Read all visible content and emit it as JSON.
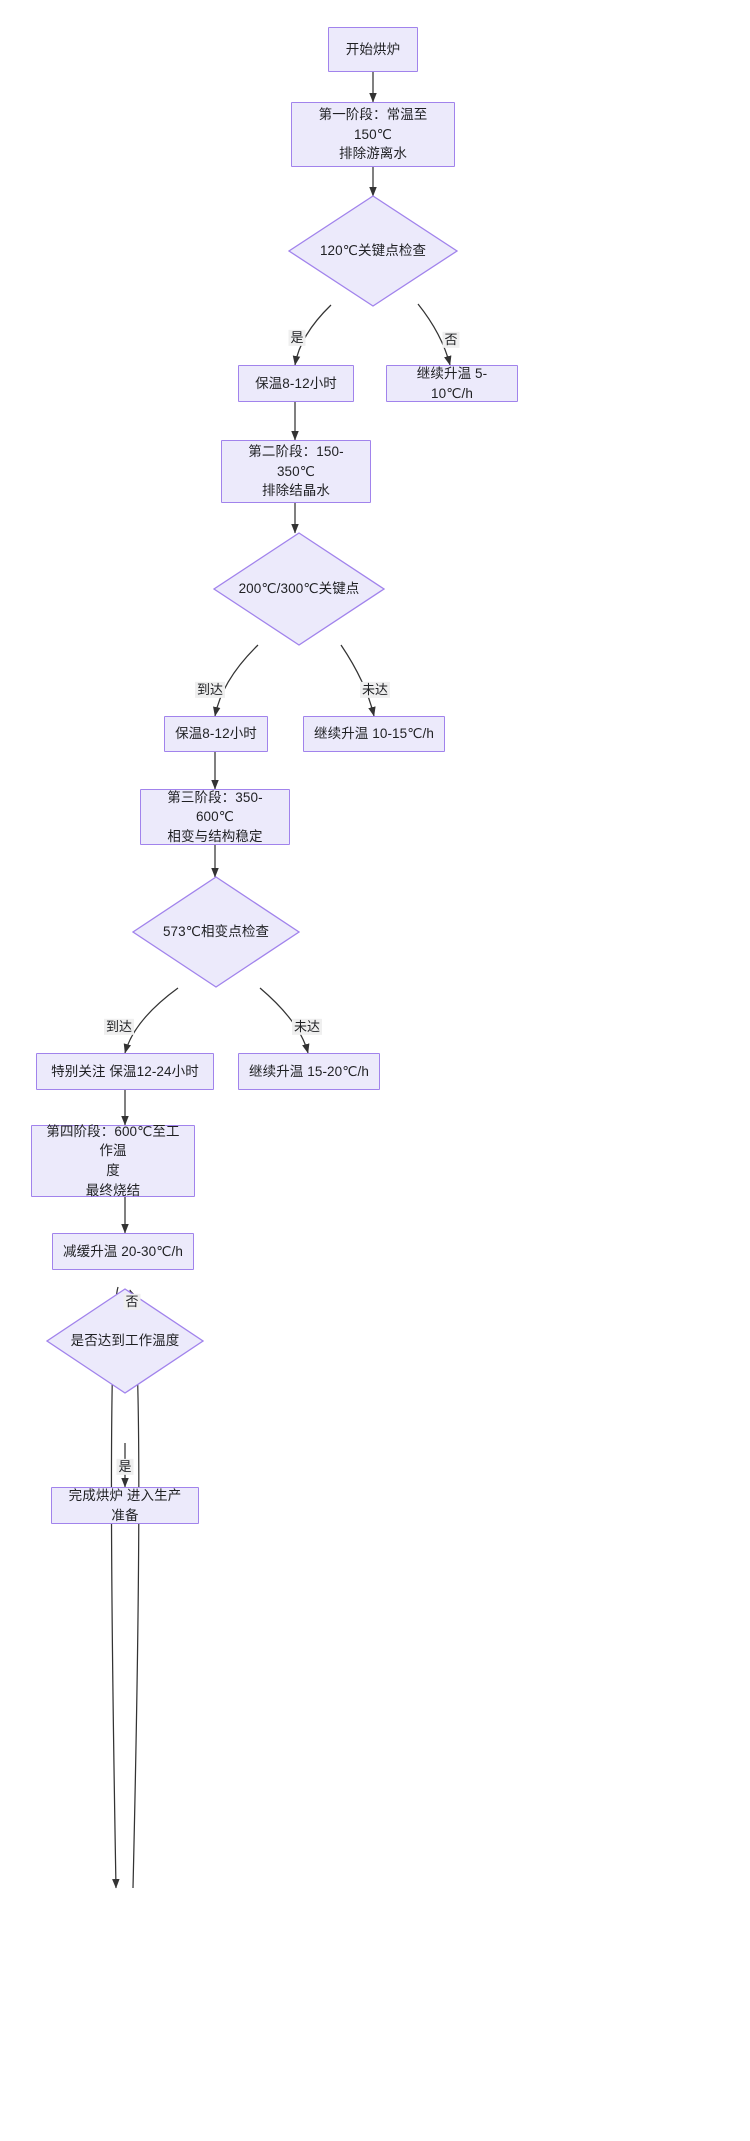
{
  "diagram": {
    "type": "flowchart",
    "direction": "top-to-bottom",
    "theme": {
      "node_fill": "#ECEAFB",
      "node_border": "#A183EC",
      "edge_color": "#333333",
      "text_color": "#1F2023",
      "edge_label_bg": "#EFEFEF",
      "background": "#FFFFFF"
    },
    "nodes": [
      {
        "id": "start",
        "shape": "process",
        "text": "开始烘炉"
      },
      {
        "id": "stage1",
        "shape": "process",
        "text": "第一阶段：常温至150℃\n排除游离水"
      },
      {
        "id": "check120",
        "shape": "decision",
        "text": "120℃关键点检查"
      },
      {
        "id": "hold1",
        "shape": "process",
        "text": "保温8-12小时"
      },
      {
        "id": "ramp1",
        "shape": "process",
        "text": "继续升温 5-10℃/h"
      },
      {
        "id": "stage2",
        "shape": "process",
        "text": "第二阶段：150-350℃\n排除结晶水"
      },
      {
        "id": "check200",
        "shape": "decision",
        "text": "200℃/300℃关键点"
      },
      {
        "id": "hold2",
        "shape": "process",
        "text": "保温8-12小时"
      },
      {
        "id": "ramp2",
        "shape": "process",
        "text": "继续升温 10-15℃/h"
      },
      {
        "id": "stage3",
        "shape": "process",
        "text": "第三阶段：350-600℃\n相变与结构稳定"
      },
      {
        "id": "check573",
        "shape": "decision",
        "text": "573℃相变点检查"
      },
      {
        "id": "hold3",
        "shape": "process",
        "text": "特别关注 保温12-24小时"
      },
      {
        "id": "ramp3",
        "shape": "process",
        "text": "继续升温 15-20℃/h"
      },
      {
        "id": "stage4",
        "shape": "process",
        "text": "第四阶段：600℃至工作温\n度\n最终烧结"
      },
      {
        "id": "slowramp",
        "shape": "process",
        "text": "减缓升温 20-30℃/h"
      },
      {
        "id": "checkwork",
        "shape": "decision",
        "text": "是否达到工作温度"
      },
      {
        "id": "done",
        "shape": "process",
        "text": "完成烘炉 进入生产准备"
      }
    ],
    "edges": [
      {
        "from": "start",
        "to": "stage1",
        "label": ""
      },
      {
        "from": "stage1",
        "to": "check120",
        "label": ""
      },
      {
        "from": "check120",
        "to": "hold1",
        "label": "是"
      },
      {
        "from": "check120",
        "to": "ramp1",
        "label": "否"
      },
      {
        "from": "hold1",
        "to": "stage2",
        "label": ""
      },
      {
        "from": "stage2",
        "to": "check200",
        "label": ""
      },
      {
        "from": "check200",
        "to": "hold2",
        "label": "到达"
      },
      {
        "from": "check200",
        "to": "ramp2",
        "label": "未达"
      },
      {
        "from": "hold2",
        "to": "stage3",
        "label": ""
      },
      {
        "from": "stage3",
        "to": "check573",
        "label": ""
      },
      {
        "from": "check573",
        "to": "hold3",
        "label": "到达"
      },
      {
        "from": "check573",
        "to": "ramp3",
        "label": "未达"
      },
      {
        "from": "hold3",
        "to": "stage4",
        "label": ""
      },
      {
        "from": "stage4",
        "to": "slowramp",
        "label": ""
      },
      {
        "from": "slowramp",
        "to": "checkwork",
        "label": ""
      },
      {
        "from": "checkwork",
        "to": "slowramp",
        "label": "否"
      },
      {
        "from": "checkwork",
        "to": "done",
        "label": "是"
      }
    ]
  },
  "labels": {
    "start": "开始烘炉",
    "stage1": "第一阶段：常温至150℃\n排除游离水",
    "check120": "120℃关键点检查",
    "hold1": "保温8-12小时",
    "ramp1": "继续升温 5-10℃/h",
    "stage2": "第二阶段：150-350℃\n排除结晶水",
    "check200": "200℃/300℃关键点",
    "hold2": "保温8-12小时",
    "ramp2": "继续升温 10-15℃/h",
    "stage3": "第三阶段：350-600℃\n相变与结构稳定",
    "check573": "573℃相变点检查",
    "hold3": "特别关注 保温12-24小时",
    "ramp3": "继续升温 15-20℃/h",
    "stage4": "第四阶段：600℃至工作温\n度\n最终烧结",
    "slowramp": "减缓升温 20-30℃/h",
    "checkwork": "是否达到工作温度",
    "done": "完成烘炉 进入生产准备",
    "yes1": "是",
    "no1": "否",
    "reach2": "到达",
    "unreach2": "未达",
    "reach3": "到达",
    "unreach3": "未达",
    "loop_no": "否",
    "final_yes": "是"
  }
}
